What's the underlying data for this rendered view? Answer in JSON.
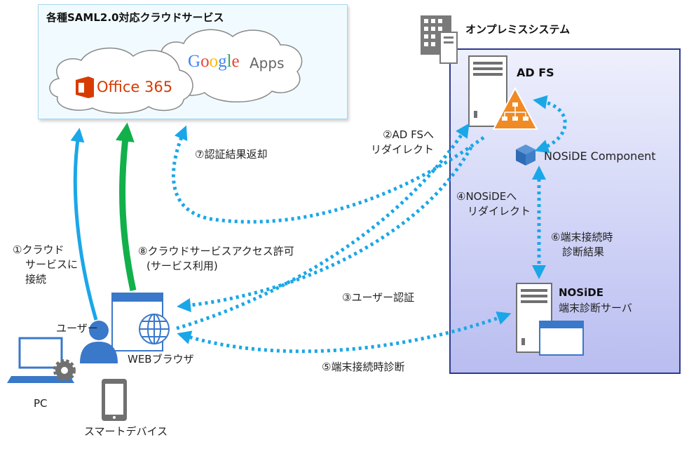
{
  "cloud": {
    "title": "各種SAML2.0対応クラウドサービス",
    "office_label": "Office 365",
    "google_letters": [
      "G",
      "o",
      "o",
      "g",
      "l",
      "e"
    ],
    "google_colors": [
      "#4285f4",
      "#ea4335",
      "#fbbc05",
      "#4285f4",
      "#34a853",
      "#ea4335"
    ],
    "apps_label": "Apps"
  },
  "onprem": {
    "title": "オンプレミスシステム",
    "adfs_label": "AD FS",
    "component_label": "NOSiDE Component",
    "noside_title": "NOSiDE",
    "noside_subtitle": "端末診断サーバ"
  },
  "client": {
    "user_label": "ユーザー",
    "browser_label": "WEBブラウザ",
    "pc_label": "PC",
    "smart_label": "スマートデバイス"
  },
  "steps": {
    "s1": [
      "①クラウド",
      "サービスに",
      "接続"
    ],
    "s2": [
      "②AD FSへ",
      "リダイレクト"
    ],
    "s3": "③ユーザー認証",
    "s4": [
      "④NOSiDEへ",
      "リダイレクト"
    ],
    "s5": "⑤端末接続時診断",
    "s6": [
      "⑥端末接続時",
      "診断結果"
    ],
    "s7": "⑦認証結果返却",
    "s8": [
      "⑧クラウドサービスアクセス許可",
      "(サービス利用)"
    ]
  },
  "colors": {
    "arrow_blue": "#1aa7e8",
    "arrow_green": "#12b04b",
    "adfs_orange": "#f08a24",
    "box_border": "#2e3a8c",
    "icon_blue": "#3a78c9",
    "icon_gray": "#707070"
  }
}
